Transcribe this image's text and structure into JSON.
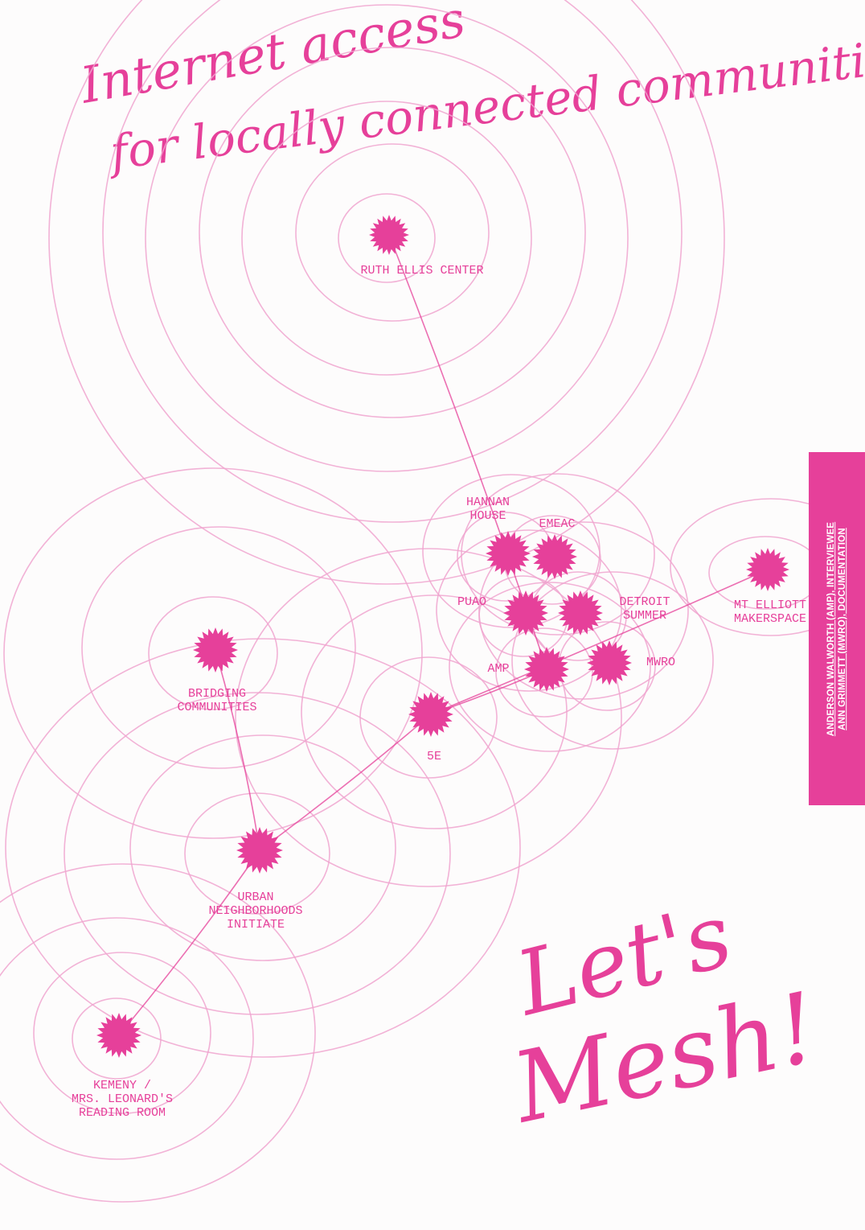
{
  "colors": {
    "accent": "#e6409a",
    "pencil": "#f0a4cf",
    "paper": "#fdfcfc"
  },
  "title_lines": [
    "Internet access",
    "for locally connected communities"
  ],
  "slogan_lines": [
    "Let's",
    "Mesh!"
  ],
  "credits": [
    "ANDERSON WALWORTH (AMP), INTERVIEWEE",
    "ANN GRIMMETT (MWRO), DOCUMENTATION"
  ],
  "nodes": [
    {
      "id": "ruth",
      "label_lines": [
        "RUTH ELLIS CENTER"
      ]
    },
    {
      "id": "hannan",
      "label_lines": [
        "HANNAN",
        "HOUSE"
      ]
    },
    {
      "id": "emeac",
      "label_lines": [
        "EMEAC"
      ]
    },
    {
      "id": "puao",
      "label_lines": [
        "PUAO"
      ]
    },
    {
      "id": "detroit",
      "label_lines": [
        "DETROIT",
        "SUMMER"
      ]
    },
    {
      "id": "amp",
      "label_lines": [
        "AMP"
      ]
    },
    {
      "id": "mwro",
      "label_lines": [
        "MWRO"
      ]
    },
    {
      "id": "mtelliott",
      "label_lines": [
        "MT ELLIOTT",
        "MAKERSPACE"
      ]
    },
    {
      "id": "bridging",
      "label_lines": [
        "BRIDGING",
        "COMMUNITIES"
      ]
    },
    {
      "id": "5e",
      "label_lines": [
        "5E"
      ]
    },
    {
      "id": "urban",
      "label_lines": [
        "URBAN",
        "NEIGHBORHOODS",
        "INITIATE"
      ]
    },
    {
      "id": "kemeny",
      "label_lines": [
        "KEMENY /",
        "MRS. LEONARD'S",
        "READING ROOM"
      ]
    }
  ]
}
